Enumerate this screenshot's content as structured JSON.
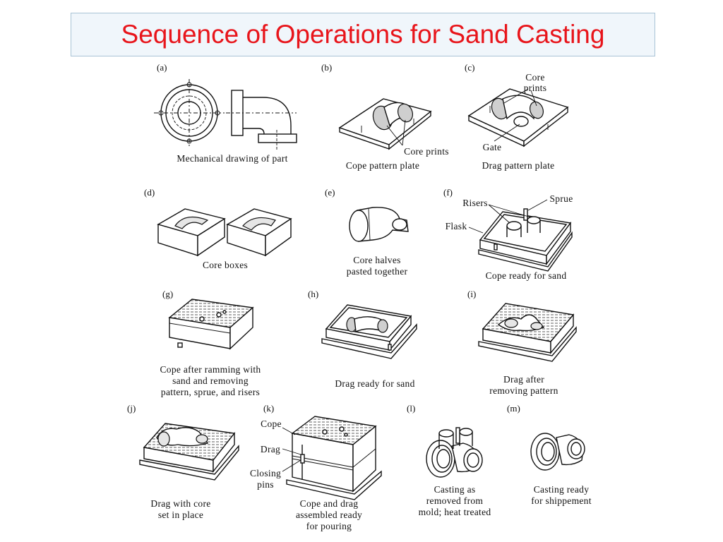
{
  "title": "Sequence of Operations for Sand Casting",
  "panels": [
    {
      "id": "a",
      "letter": "(a)",
      "caption": [
        "Mechanical  drawing  of  part"
      ]
    },
    {
      "id": "b",
      "letter": "(b)",
      "caption": [
        "Cope  pattern  plate"
      ],
      "callouts": [
        "Core  prints"
      ]
    },
    {
      "id": "c",
      "letter": "(c)",
      "caption": [
        "Drag  pattern  plate"
      ],
      "callouts": [
        "Core",
        "prints",
        "Gate"
      ]
    },
    {
      "id": "d",
      "letter": "(d)",
      "caption": [
        "Core  boxes"
      ]
    },
    {
      "id": "e",
      "letter": "(e)",
      "caption": [
        "Core  halves",
        "pasted  together"
      ]
    },
    {
      "id": "f",
      "letter": "(f)",
      "caption": [
        "Cope  ready  for  sand"
      ],
      "callouts": [
        "Risers",
        "Sprue",
        "Flask"
      ]
    },
    {
      "id": "g",
      "letter": "(g)",
      "caption": [
        "Cope  after  ramming  with",
        "sand  and  removing",
        "pattern,  sprue,  and  risers"
      ]
    },
    {
      "id": "h",
      "letter": "(h)",
      "caption": [
        "Drag  ready  for  sand"
      ]
    },
    {
      "id": "i",
      "letter": "(i)",
      "caption": [
        "Drag  after",
        "removing  pattern"
      ]
    },
    {
      "id": "j",
      "letter": "(j)",
      "caption": [
        "Drag  with  core",
        "set  in  place"
      ]
    },
    {
      "id": "k",
      "letter": "(k)",
      "caption": [
        "Cope  and  drag",
        "assembled  ready",
        "for  pouring"
      ],
      "callouts": [
        "Cope",
        "Drag",
        "Closing",
        "pins"
      ]
    },
    {
      "id": "l",
      "letter": "(l)",
      "caption": [
        "Casting  as",
        "removed  from",
        "mold;  heat  treated"
      ]
    },
    {
      "id": "m",
      "letter": "(m)",
      "caption": [
        "Casting  ready",
        "for  shippement"
      ]
    }
  ]
}
